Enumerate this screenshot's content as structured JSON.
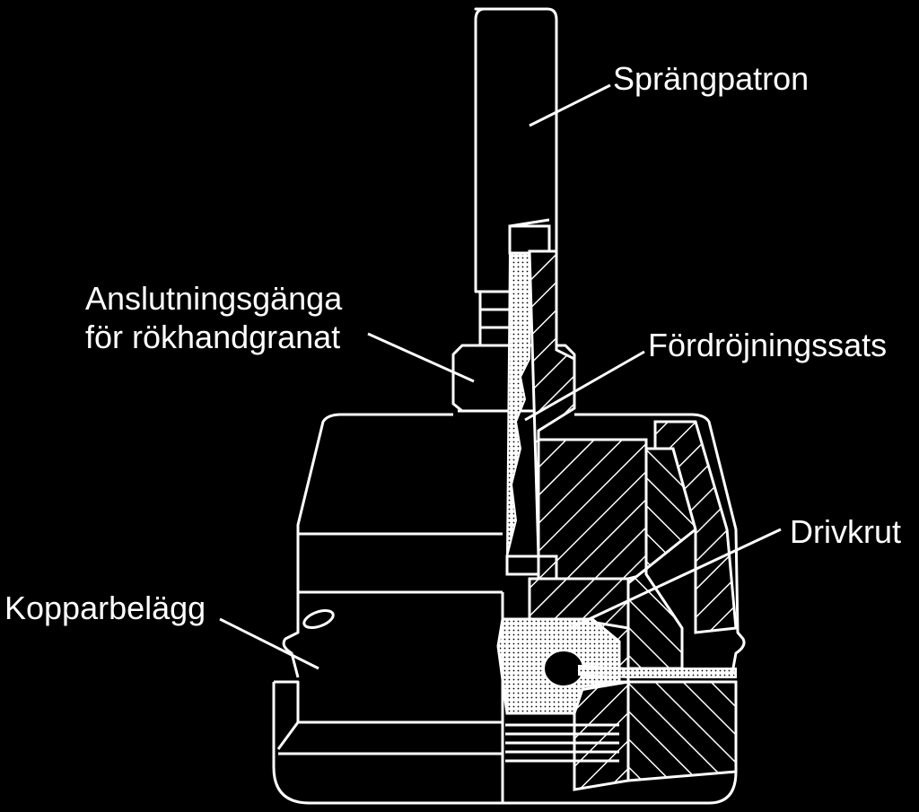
{
  "diagram": {
    "labels": {
      "sprangpatron": "Sprängpatron",
      "anslutning_line1": "Anslutningsgänga",
      "anslutning_line2": "för rökhandgranat",
      "fordrojningssats": "Fördröjningssats",
      "drivkrut": "Drivkrut",
      "kopparbelagg": "Kopparbelägg"
    },
    "colors": {
      "background": "#000000",
      "line": "#ffffff"
    }
  }
}
